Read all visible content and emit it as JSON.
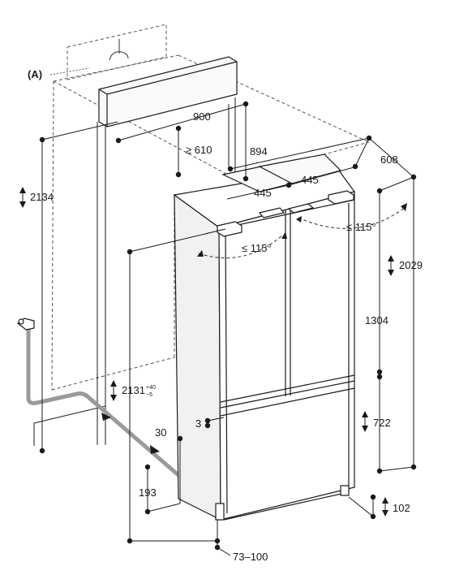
{
  "callout": {
    "ref": "(A)"
  },
  "dimensions": {
    "niche_width": "900",
    "appliance_width": "894",
    "depth_niche": "≥ 610",
    "depth_appliance": "608",
    "door_width_left": "445",
    "door_width_right": "445",
    "niche_height": "2134",
    "opening_angle_top": "≤ 115°",
    "opening_angle_left": "≤ 115°",
    "appliance_height": "2029",
    "upper_height": "1304",
    "drawer_height": "722",
    "niche_height_min": "2131",
    "niche_height_tolerance_plus": "+40",
    "niche_height_tolerance_minus": "−5",
    "gap_3": "3",
    "gap_30": "30",
    "plinth_depth": "193",
    "plinth_height": "102",
    "door_offset": "73–100"
  },
  "colors": {
    "line": "#1a1a1a",
    "dashed": "#555555",
    "pipe": "#9a9a9a",
    "fill": "#f5f5f5"
  }
}
